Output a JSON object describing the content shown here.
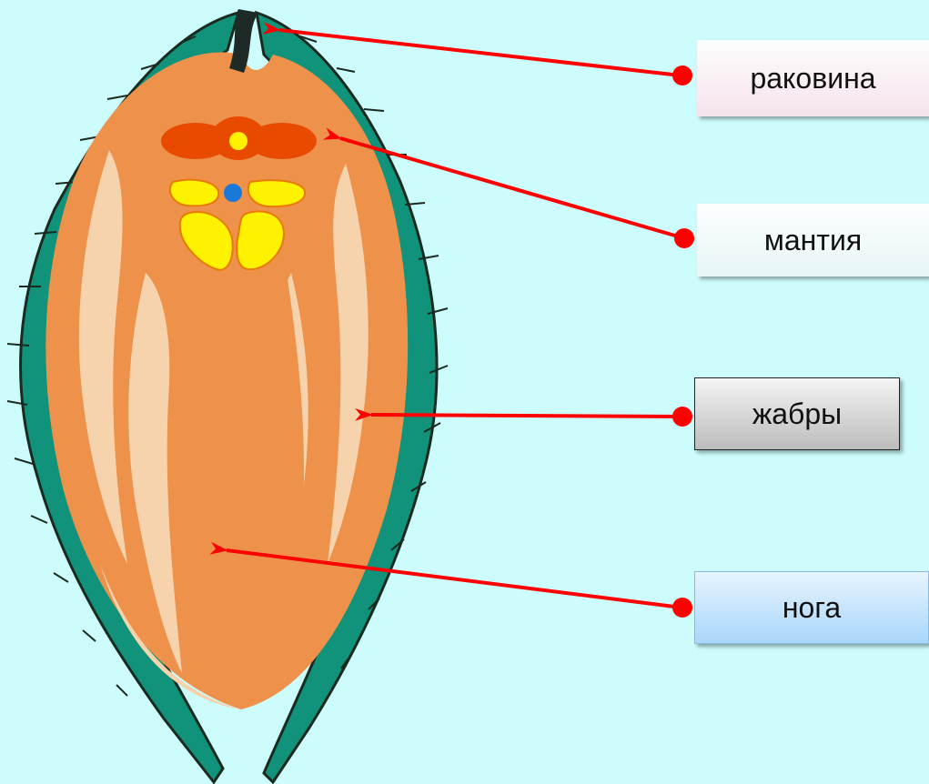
{
  "labels": {
    "shell": "раковина",
    "mantle": "мантия",
    "gills": "жабры",
    "foot": "нога"
  },
  "colors": {
    "background": "#ccfcfb",
    "shell": "#10937a",
    "mantle": "#ee924b",
    "gills_light": "#f7d3ad",
    "arrow": "#ff0000",
    "ganglion_red": "#e84a00",
    "ganglion_yellow": "#fff200",
    "dot_blue": "#1a78d9"
  }
}
